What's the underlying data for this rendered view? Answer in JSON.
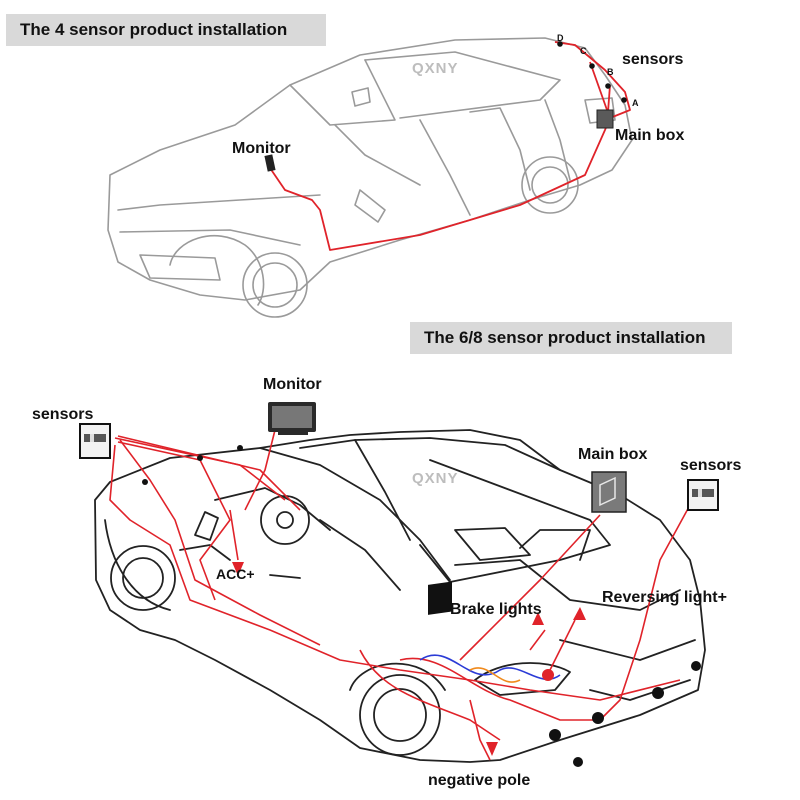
{
  "top": {
    "banner": "The 4 sensor product installation",
    "watermark": "QXNY",
    "labels": {
      "monitor": "Monitor",
      "sensors": "sensors",
      "main_box": "Main box"
    },
    "sensor_points": [
      "A",
      "B",
      "C",
      "D"
    ]
  },
  "bottom": {
    "banner": "The 6/8 sensor product installation",
    "watermark": "QXNY",
    "labels": {
      "monitor": "Monitor",
      "sensors_left": "sensors",
      "main_box": "Main box",
      "sensors_right": "sensors",
      "acc": "ACC+",
      "brake": "Brake lights",
      "reversing": "Reversing light+",
      "negative": "negative pole"
    }
  },
  "colors": {
    "wire": "#e0232a",
    "car_line": "#9a9a9a",
    "car_line_dark": "#222222",
    "banner_bg": "#d9d9d9",
    "blue_wire": "#2b3bd6",
    "orange_wire": "#f08a1c"
  }
}
